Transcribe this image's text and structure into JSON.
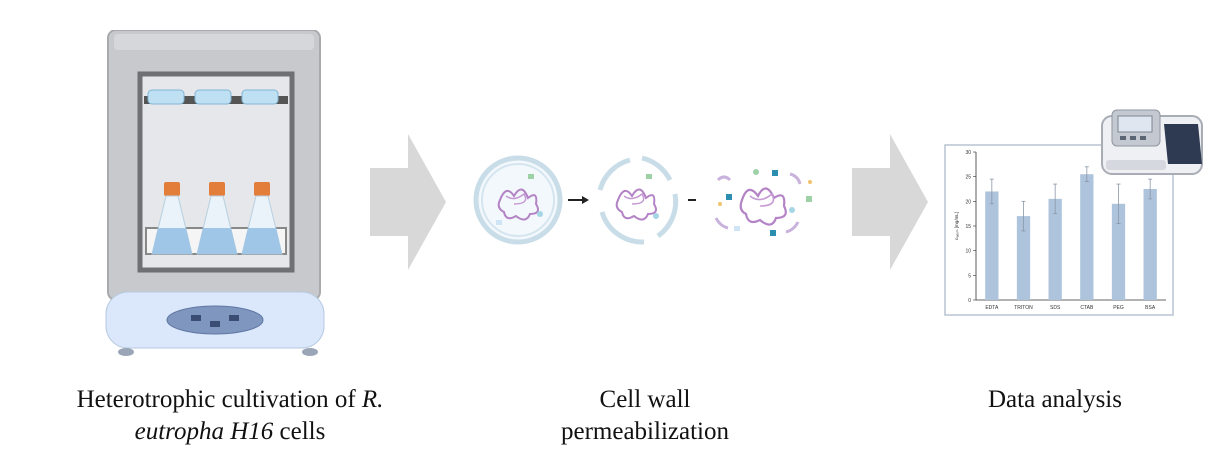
{
  "steps": [
    {
      "id": "cultivation",
      "caption_line1_a": "Heterotrophic cultivation of ",
      "caption_line1_b": "R.",
      "caption_line2_a": "eutropha H16",
      "caption_line2_b": " cells"
    },
    {
      "id": "permeabilization",
      "caption_line1": "Cell wall",
      "caption_line2": "permeabilization"
    },
    {
      "id": "analysis",
      "caption": "Data analysis"
    }
  ],
  "colors": {
    "arrow": "#d8d8d8",
    "bar": "#aec3dc",
    "incubator_frame": "#c8c9cc",
    "incubator_inner": "#e6e7ea",
    "cap": "#e27d3a",
    "flask_liquid": "#9fc6e6",
    "base": "#dbe8fb",
    "dna": "#b383c6"
  },
  "chart_data": {
    "type": "bar",
    "categories": [
      "EDTA",
      "TRITON",
      "SDS",
      "CTAB",
      "PEG",
      "BSA"
    ],
    "values": [
      22,
      17,
      20.5,
      25.5,
      19.5,
      22.5
    ],
    "errors": [
      2.5,
      3,
      3,
      1.5,
      4,
      2
    ],
    "ylim": [
      0,
      30
    ],
    "yticks": [
      0,
      5,
      10,
      15,
      20,
      25,
      30
    ],
    "ylabel": "cₗₐₑₓₘ [mg/mL]",
    "grid": false
  }
}
